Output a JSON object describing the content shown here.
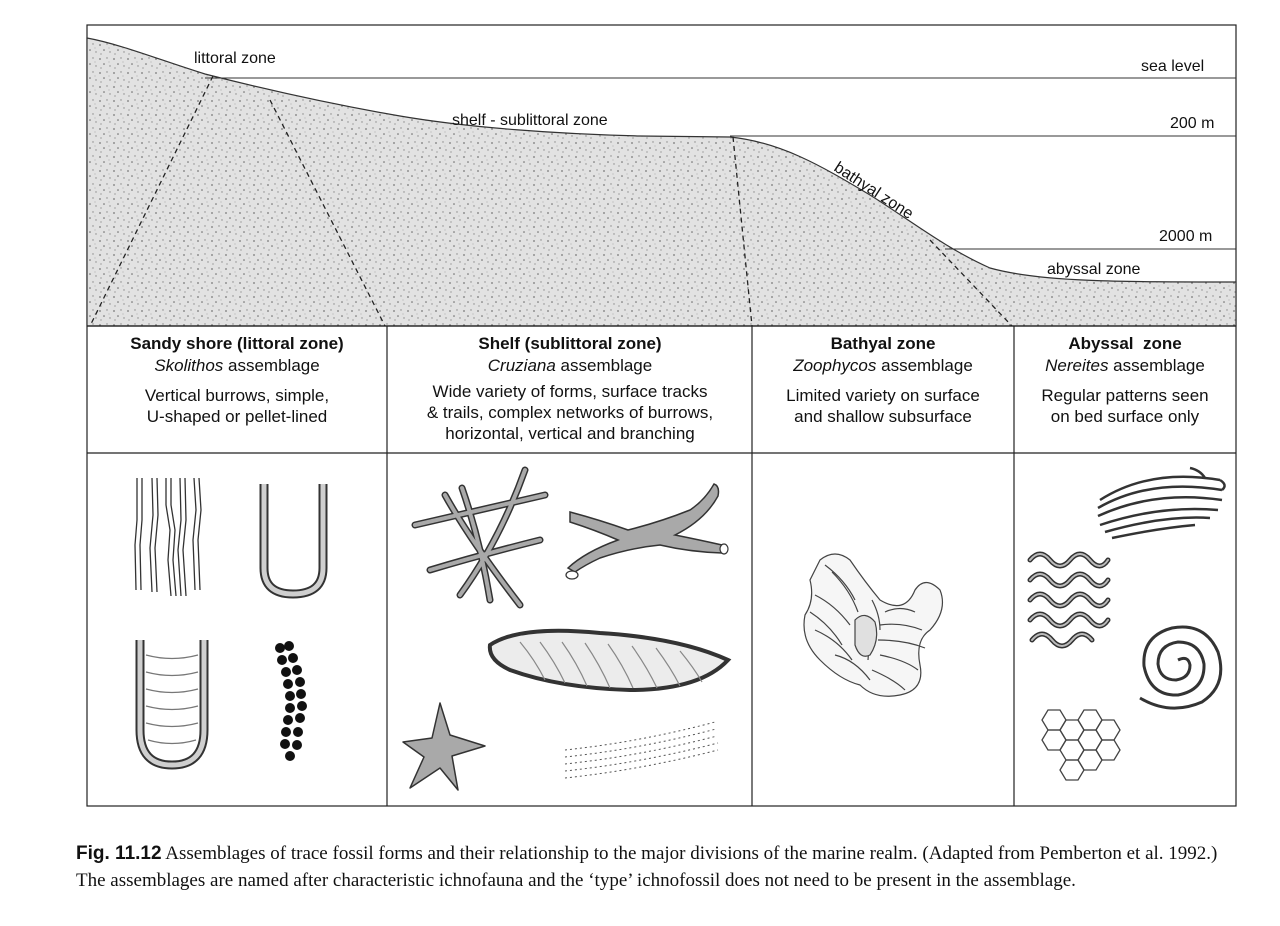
{
  "profile": {
    "labels": {
      "littoral": "littoral zone",
      "shelf": "shelf - sublittoral zone",
      "bathyal": "bathyal zone",
      "abyssal": "abyssal zone",
      "sea_level": "sea level",
      "depth_200": "200 m",
      "depth_2000": "2000 m"
    }
  },
  "zones": [
    {
      "title": "Sandy shore (littoral zone)",
      "genus": "Skolithos",
      "assemblage_suffix": " assemblage",
      "description": [
        "Vertical burrows, simple,",
        "U-shaped or pellet-lined"
      ]
    },
    {
      "title": "Shelf (sublittoral zone)",
      "genus": "Cruziana",
      "assemblage_suffix": " assemblage",
      "description": [
        "Wide variety of forms, surface tracks",
        "& trails, complex networks of burrows,",
        "horizontal, vertical and branching"
      ]
    },
    {
      "title": "Bathyal zone",
      "genus": "Zoophycos",
      "assemblage_suffix": " assemblage",
      "description": [
        "Limited variety on surface",
        "and shallow subsurface"
      ]
    },
    {
      "title": "Abyssal  zone",
      "genus": "Nereites",
      "assemblage_suffix": " assemblage",
      "description": [
        "Regular patterns seen",
        "on bed surface only"
      ]
    }
  ],
  "caption": {
    "label": "Fig. 11.12",
    "text": " Assemblages of trace fossil forms and their relationship to the major divisions of the marine realm. (Adapted from Pemberton et al. 1992.) The assemblages are named after characteristic ichnofauna and the ‘type’ ichnofossil does not need to be present in the assemblage."
  },
  "colors": {
    "sediment": "#d4d4d4",
    "fossil_fill": "#a9a9a9",
    "line": "#222222"
  }
}
